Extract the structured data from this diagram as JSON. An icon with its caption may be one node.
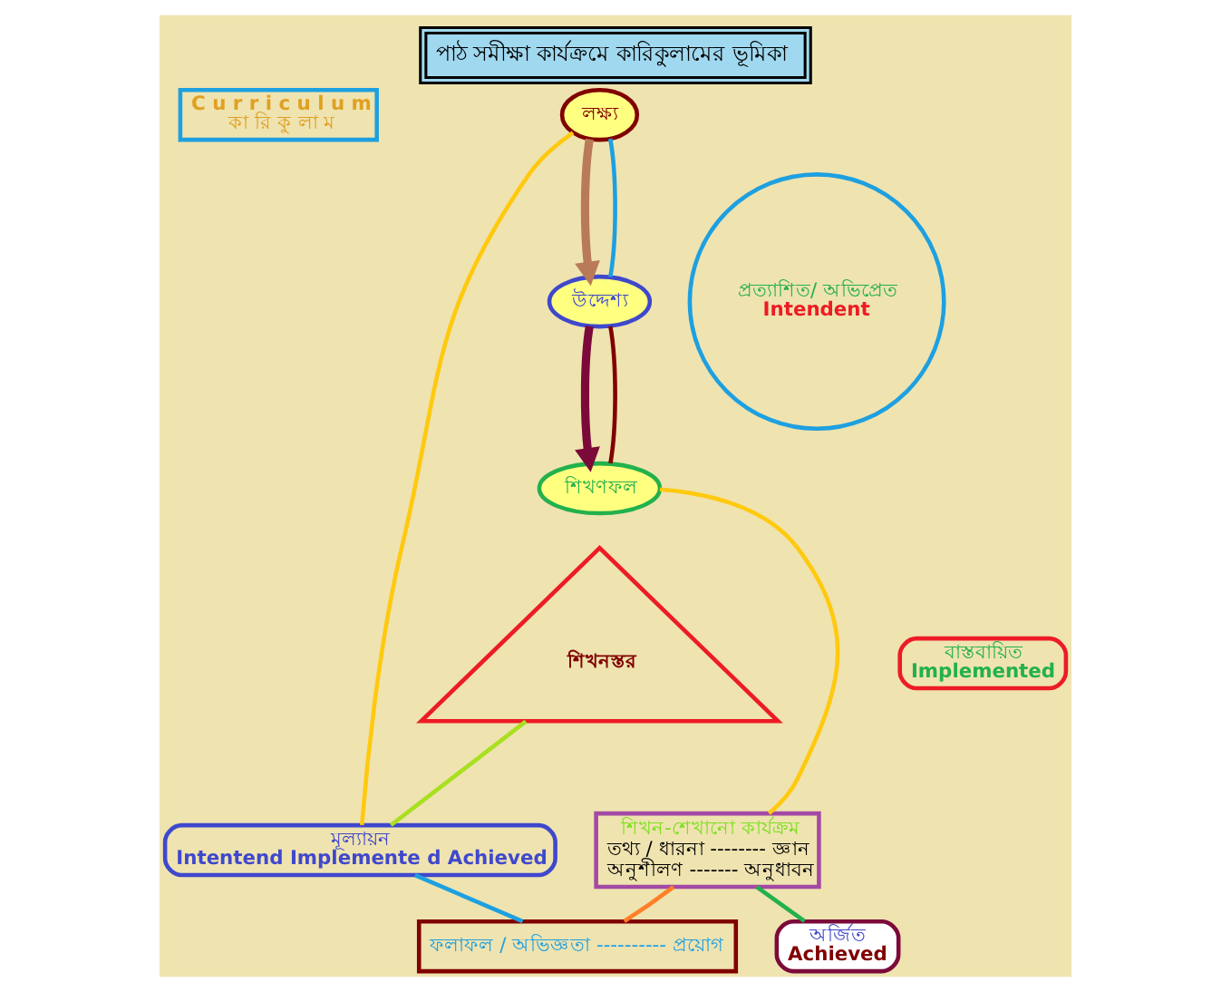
{
  "diagram": {
    "title": "পাঠ সমীক্ষা কার্যক্রমে কারিকুলামের ভূমিকা",
    "nodes": [
      {
        "text": [
          "C u r r i c u l u m",
          "কা রি কু লা ম"
        ]
      },
      {
        "text": [
          "লক্ষ্য"
        ]
      },
      {
        "text": [
          "উদ্দেশ্য"
        ]
      },
      {
        "text": [
          "শিখণফল"
        ]
      },
      {
        "text": [
          "প্রত্যাশিত/ অভিপ্রেত",
          "Intendent"
        ]
      },
      {
        "text": [
          "শিখনস্তর"
        ]
      },
      {
        "text": [
          "বাস্তবায়িত",
          "Implemented"
        ]
      },
      {
        "text": [
          "মূল্যায়ন",
          "Intentend Implemente d Achieved"
        ]
      },
      {
        "text": [
          "শিখন-শেখানো কার্যক্রম",
          "তথ্য / ধারনা -------- জ্ঞান",
          "অনুশীলণ ------- অনুধাবন"
        ]
      },
      {
        "text": [
          "ফলাফল / অভিজ্ঞতা ---------- প্রয়োগ"
        ]
      },
      {
        "text": [
          "অর্জিত",
          "Achieved"
        ]
      }
    ],
    "edges": [
      {
        "from": 1,
        "to": 2,
        "arrow": "to",
        "style": "thick",
        "color": "#b97a57"
      },
      {
        "from": 2,
        "to": 3,
        "arrow": "to",
        "style": "thick",
        "color": "#7b0a3a"
      },
      {
        "from": 1,
        "to": 7,
        "arrow": "none",
        "color": "#ffc90e"
      },
      {
        "from": 1,
        "to": 2,
        "arrow": "none",
        "color": "#1ea0e0"
      },
      {
        "from": 2,
        "to": 3,
        "arrow": "none",
        "color": "#800000"
      },
      {
        "from": 3,
        "to": 8,
        "arrow": "none",
        "color": "#ffc90e"
      },
      {
        "from": 5,
        "to": 7,
        "arrow": "none",
        "color": "#a8e020"
      },
      {
        "from": 7,
        "to": 9,
        "arrow": "none",
        "color": "#1ea0e0"
      },
      {
        "from": 8,
        "to": 10,
        "arrow": "none",
        "color": "#22b14c"
      },
      {
        "from": 8,
        "to": 9,
        "arrow": "none",
        "color": "#ff7f27"
      }
    ]
  }
}
